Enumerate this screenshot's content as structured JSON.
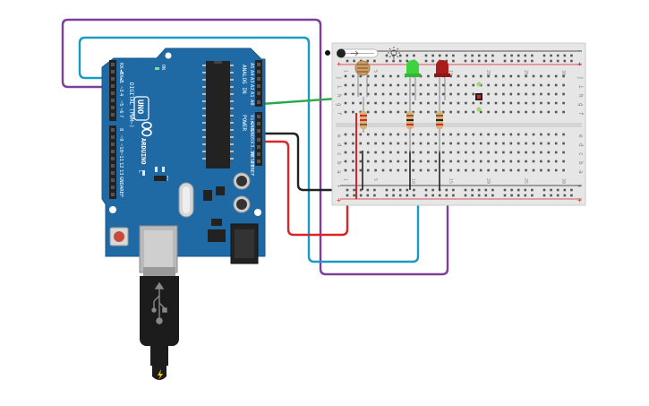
{
  "arduino": {
    "brand": "ARDUINO",
    "model": "UNO",
    "on_label": "ON",
    "l_label": "L",
    "tx_label": "TX",
    "rx_label": "RX",
    "digital_header_label": "DIGITAL (PWM~)",
    "analog_header_label": "ANALOG IN",
    "power_header_label": "POWER",
    "top_pins": [
      "RX◄0",
      "TX►1",
      "2",
      "~3",
      "4",
      "~5",
      "~6",
      "7"
    ],
    "top_pins_2": [
      "8",
      "~9",
      "~10",
      "~11",
      "12",
      "13",
      "GND",
      "AREF"
    ],
    "analog_pins": [
      "A5",
      "A4",
      "A3",
      "A2",
      "A1",
      "A0"
    ],
    "power_pins": [
      "Vin",
      "GND",
      "GND",
      "5V",
      "3.3V",
      "RESET",
      "IOREF"
    ]
  },
  "breadboard": {
    "rail_plus": "+",
    "rail_minus": "-",
    "row_letters_top": [
      "j",
      "i",
      "h",
      "g",
      "f"
    ],
    "row_letters_bottom": [
      "e",
      "d",
      "c",
      "b",
      "a"
    ],
    "col_numbers": [
      "1",
      "",
      "",
      "",
      "5",
      "",
      "",
      "",
      "",
      "10",
      "",
      "",
      "",
      "",
      "15",
      "",
      "",
      "",
      "",
      "20",
      "",
      "",
      "",
      "",
      "25",
      "",
      "",
      "",
      "",
      "30"
    ]
  },
  "colors": {
    "board": "#1f6aa5",
    "wire_purple": "#7b3f99",
    "wire_cyan": "#1a9ac6",
    "wire_green": "#2ca84a",
    "wire_black": "#222222",
    "wire_red": "#d8252a",
    "led_green": "#3fd23f",
    "led_red": "#a81c1c"
  }
}
